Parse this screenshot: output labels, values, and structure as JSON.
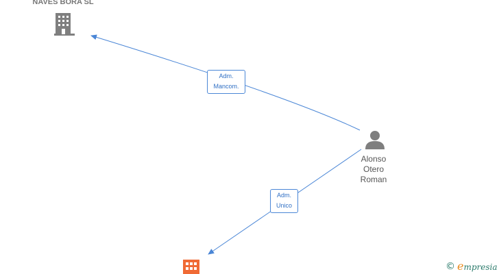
{
  "nodes": {
    "company_top": {
      "name": "NAVES BORA SL",
      "icon": "building-icon",
      "color": "#7f7f7f"
    },
    "person": {
      "name_lines": [
        "Alonso",
        "Otero",
        "Roman"
      ],
      "icon": "person-icon",
      "color": "#7f7f7f"
    },
    "company_bottom": {
      "icon": "building-icon",
      "color": "#f06a35"
    }
  },
  "edges": [
    {
      "label_lines": [
        "Adm.",
        "Mancom."
      ],
      "from": "person",
      "to": "company_top"
    },
    {
      "label_lines": [
        "Adm.",
        "Unico"
      ],
      "from": "person",
      "to": "company_bottom"
    }
  ],
  "colors": {
    "edge": "#4a86d6",
    "edge_label_text": "#2f6fc4"
  },
  "brand": {
    "copyright": "©",
    "initial": "e",
    "rest": "mpresia"
  }
}
